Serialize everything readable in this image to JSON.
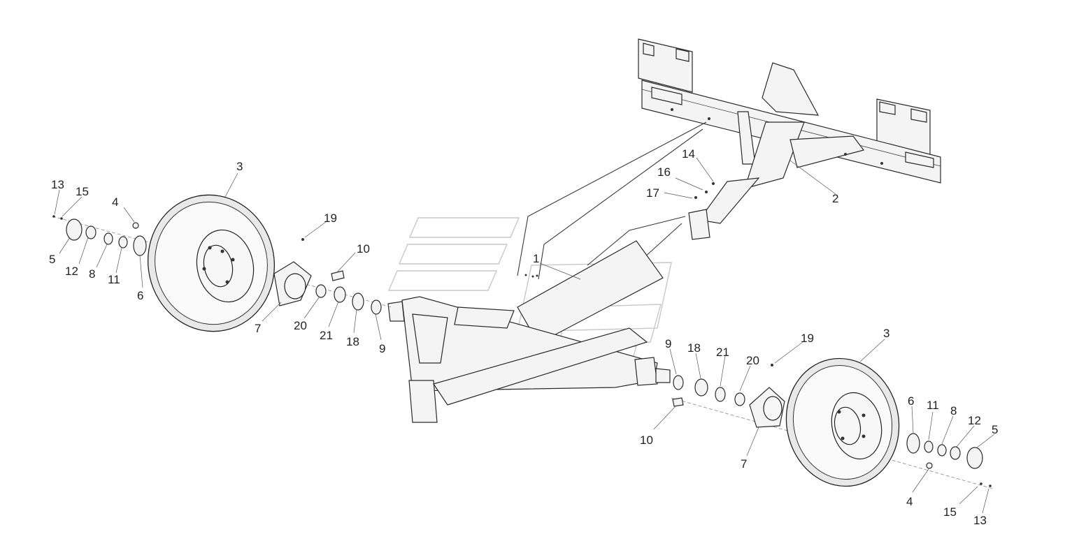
{
  "part_labels": {
    "l1": "1",
    "l2": "2",
    "l3a": "3",
    "l3b": "3",
    "l4a": "4",
    "l4b": "4",
    "l5a": "5",
    "l5b": "5",
    "l6a": "6",
    "l6b": "6",
    "l7a": "7",
    "l7b": "7",
    "l8a": "8",
    "l8b": "8",
    "l9a": "9",
    "l9b": "9",
    "l10a": "10",
    "l10b": "10",
    "l11a": "11",
    "l11b": "11",
    "l12a": "12",
    "l12b": "12",
    "l13a": "13",
    "l13b": "13",
    "l14": "14",
    "l15a": "15",
    "l15b": "15",
    "l16": "16",
    "l17": "17",
    "l18a": "18",
    "l18b": "18",
    "l19a": "19",
    "l19b": "19",
    "l20a": "20",
    "l20b": "20",
    "l21a": "21",
    "l21b": "21"
  }
}
